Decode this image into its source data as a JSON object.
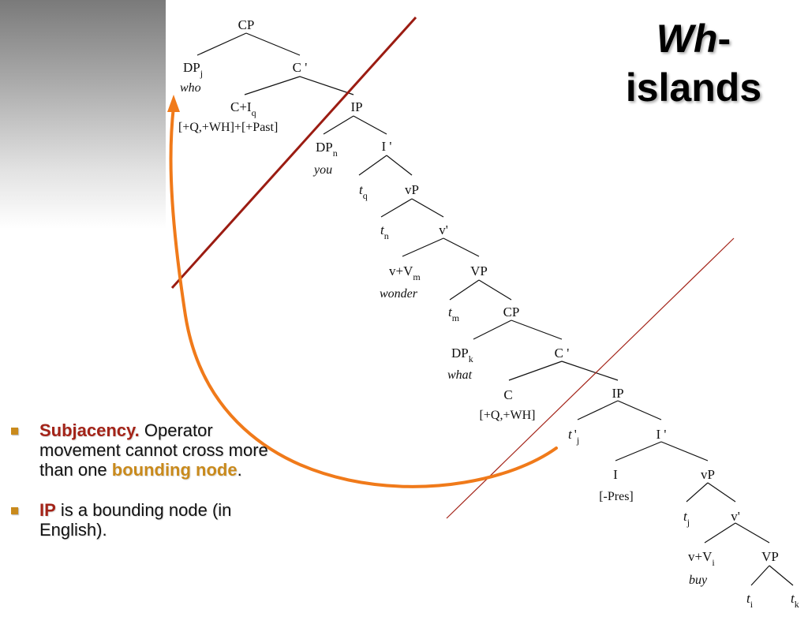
{
  "title": {
    "italic": "Wh",
    "dash": "-",
    "rest": "islands"
  },
  "bullets": [
    {
      "term": "Subjacency.",
      "text1": " Operator movement cannot cross more than one ",
      "highlight": "bounding node",
      "text2": "."
    },
    {
      "term": "IP",
      "text1": " is a bounding node (in English)."
    }
  ],
  "tree": {
    "cp1": "CP",
    "dpj": "DP",
    "dpj_sub": "j",
    "who": "who",
    "cbar1": "C '",
    "ciq": "C+I",
    "ciq_sub": "q",
    "ciq_feat": "[+Q,+WH]+[+Past]",
    "ip1": "IP",
    "dpn": "DP",
    "dpn_sub": "n",
    "you": "you",
    "ibar1": "I '",
    "tq": "t",
    "tq_sub": "q",
    "vp_small1": "vP",
    "tn": "t",
    "tn_sub": "n",
    "vbar1": "v'",
    "vvm": "v+V",
    "vvm_sub": "m",
    "wonder": "wonder",
    "vp1": "VP",
    "tm": "t",
    "tm_sub": "m",
    "cp2": "CP",
    "dpk": "DP",
    "dpk_sub": "k",
    "what": "what",
    "cbar2": "C '",
    "c2": "C",
    "c2_feat": "[+Q,+WH]",
    "ip2": "IP",
    "tj1": "t",
    "tj1_sub": "j",
    "tj1_prime": "'",
    "ibar2": "I '",
    "i2": "I",
    "i2_feat": "[-Pres]",
    "vp_small2": "vP",
    "tj2": "t",
    "tj2_sub": "j",
    "vbar2": "v'",
    "vvi": "v+V",
    "vvi_sub": "i",
    "buy": "buy",
    "vp2": "VP",
    "ti": "t",
    "ti_sub": "i",
    "tk": "t",
    "tk_sub": "k"
  },
  "colors": {
    "boundary_dark": "#9b1c12",
    "boundary_thin": "#a32318",
    "movement_arrow": "#f07a1a",
    "term_red": "#a32318",
    "term_orange": "#c98a1c"
  }
}
